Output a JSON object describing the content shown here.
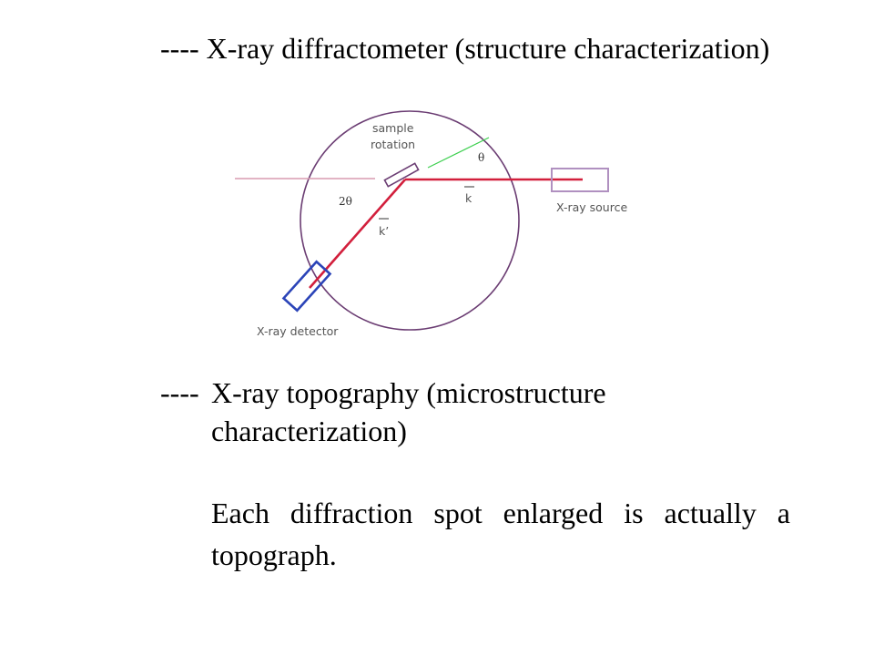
{
  "heading1": {
    "prefix": "----",
    "text": "X-ray diffractometer (structure characterization)"
  },
  "diagram": {
    "labels": {
      "sample_rotation_line1": "sample",
      "sample_rotation_line2": "rotation",
      "theta": "θ",
      "two_theta": "2θ",
      "k": "k",
      "k_prime": "k’",
      "xray_source": "X-ray source",
      "xray_detector": "X-ray detector"
    },
    "colors": {
      "circle": "#6b3d73",
      "beam": "#d21f3c",
      "incident_extension": "#d89bb0",
      "normal_line": "#3ccf4e",
      "source_box": "#b090c0",
      "detector_box": "#2b44b8",
      "sample": "#6b3d73"
    }
  },
  "heading2": {
    "prefix": "----",
    "line1": "X-ray topography (microstructure",
    "line2": "characterization)"
  },
  "paragraph": {
    "line1": "Each diffraction spot enlarged is actually a",
    "line2": "topograph."
  }
}
